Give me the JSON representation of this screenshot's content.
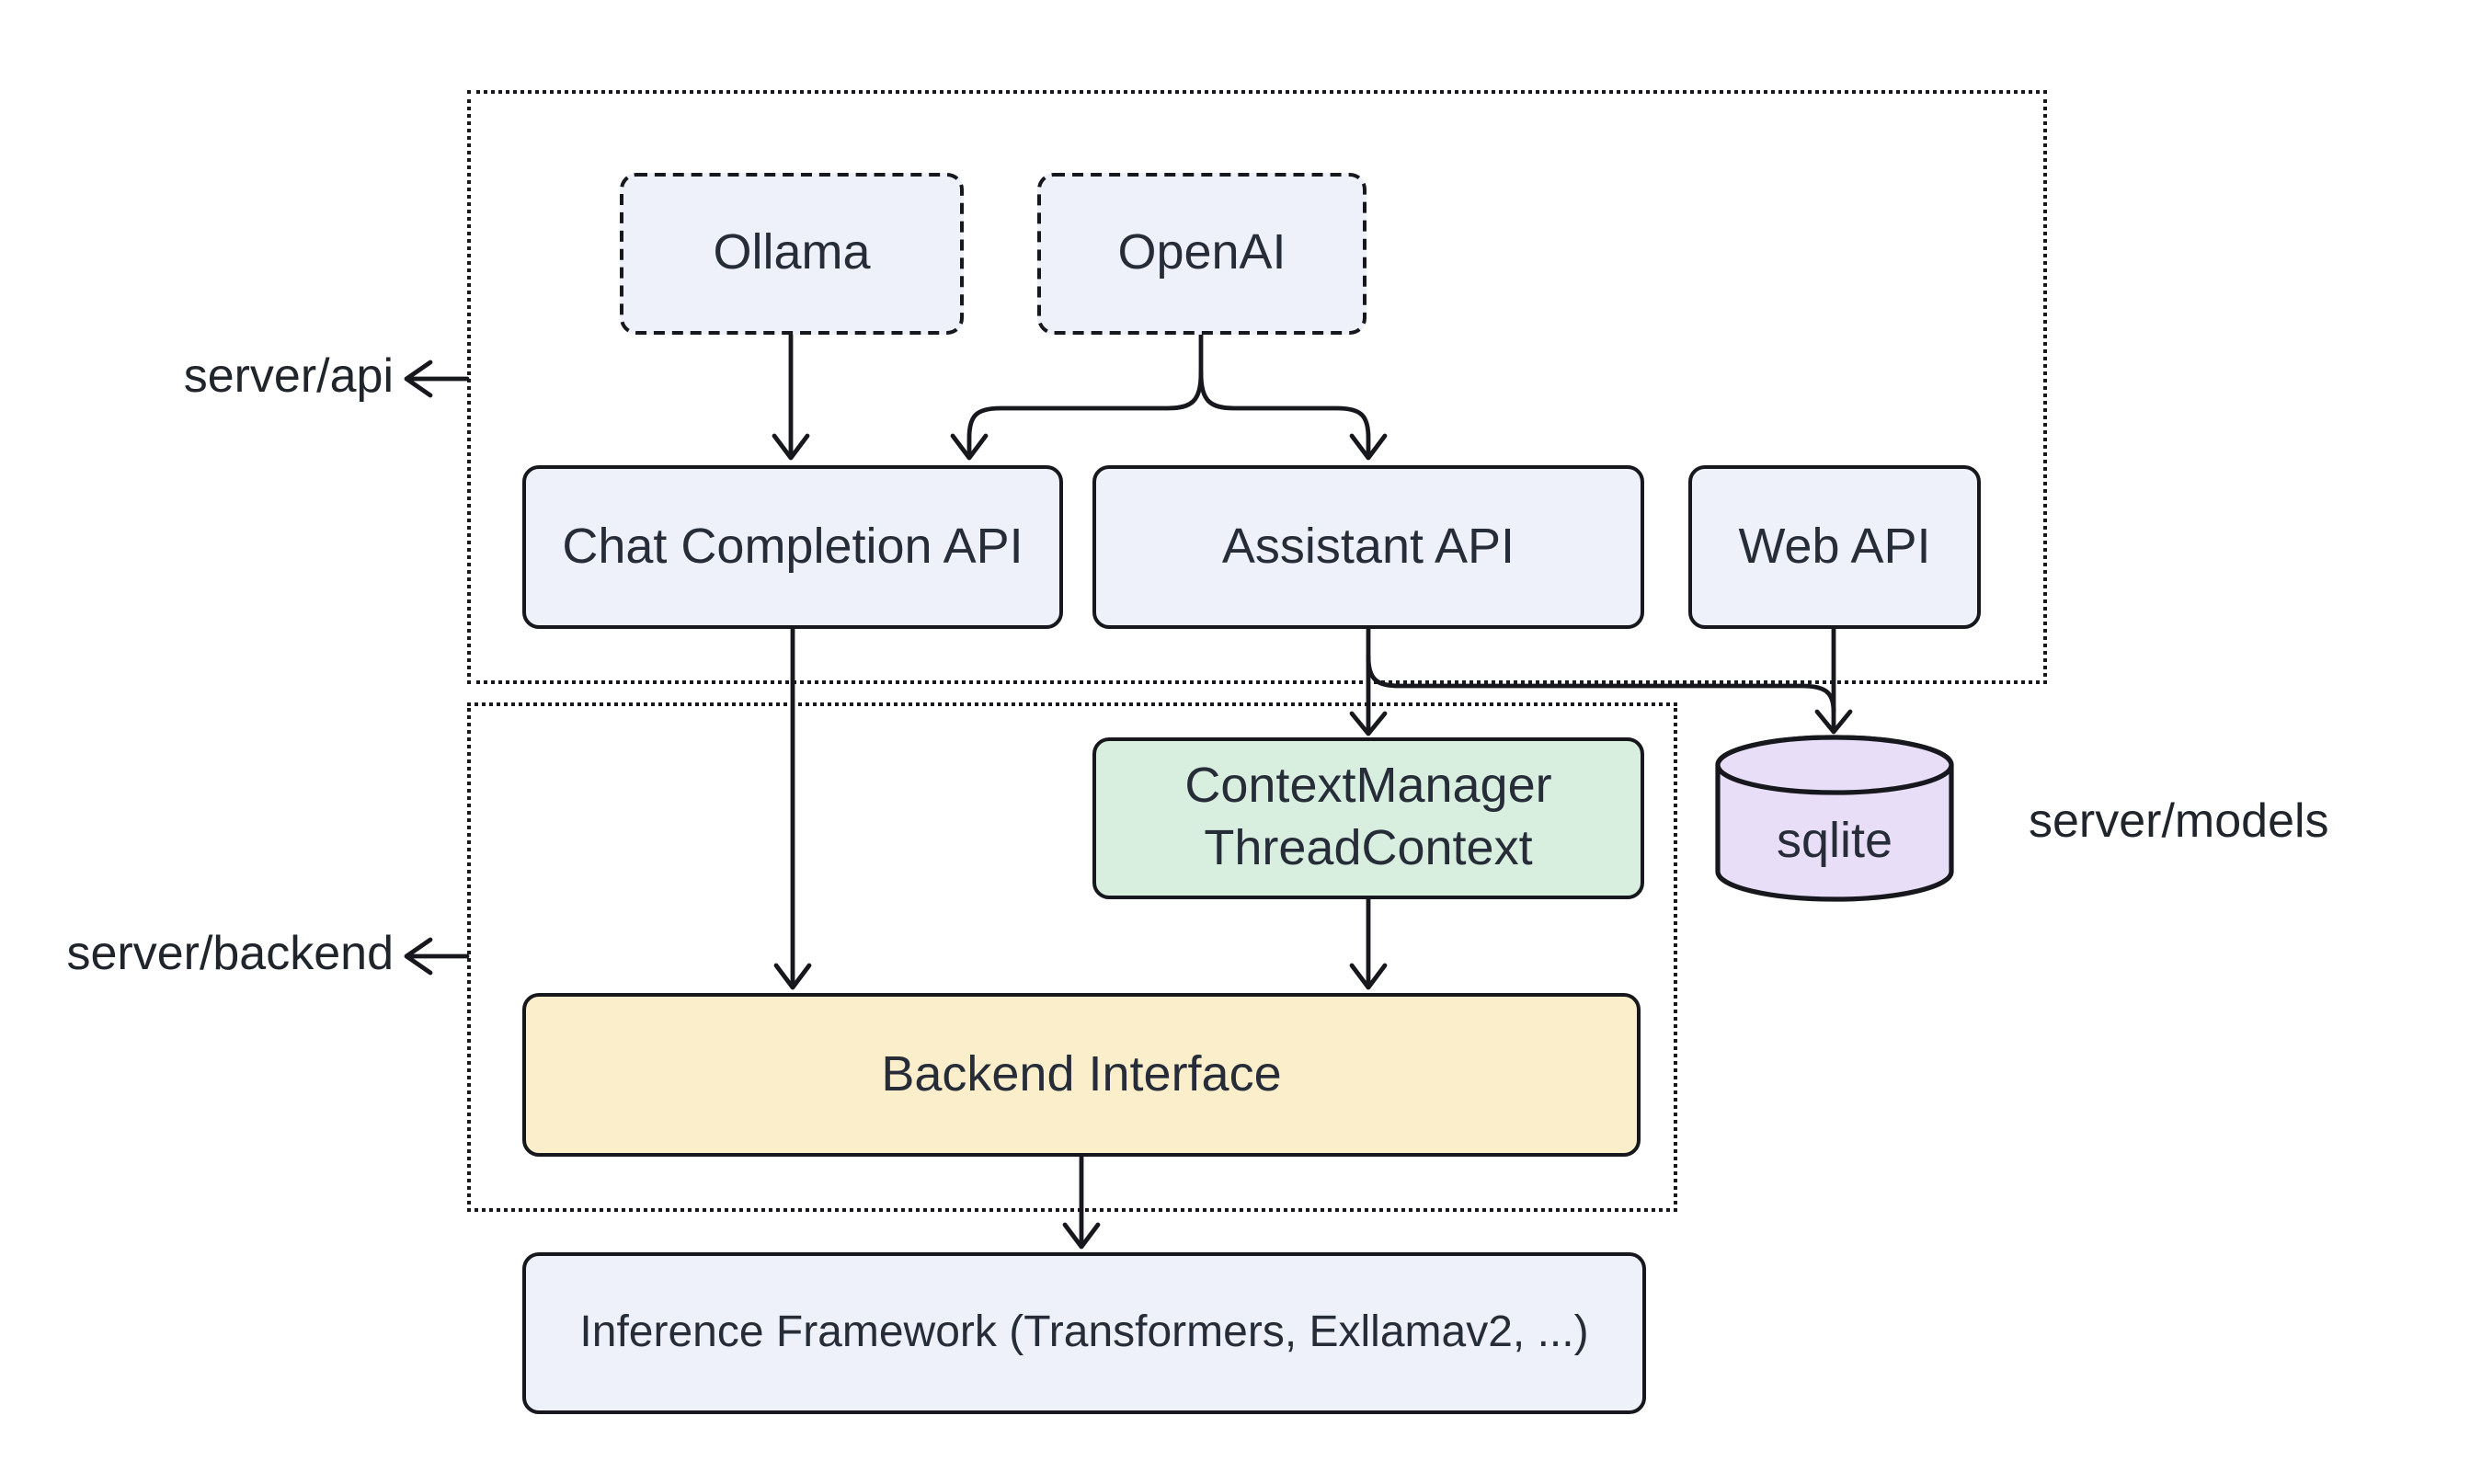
{
  "groups": {
    "server_api": {
      "label": "server/api"
    },
    "server_backend": {
      "label": "server/backend"
    },
    "server_models": {
      "label": "server/models"
    }
  },
  "nodes": {
    "ollama": {
      "label": "Ollama",
      "fill": "#eef1fa"
    },
    "openai": {
      "label": "OpenAI",
      "fill": "#eef1fa"
    },
    "chat_api": {
      "label": "Chat Completion API",
      "fill": "#eef1fa"
    },
    "assistant_api": {
      "label": "Assistant API",
      "fill": "#eef1fa"
    },
    "web_api": {
      "label": "Web API",
      "fill": "#eef1fa"
    },
    "context_manager": {
      "line1": "ContextManager",
      "line2": "ThreadContext",
      "fill": "#d8efdf"
    },
    "sqlite": {
      "label": "sqlite",
      "fill": "#e8def7"
    },
    "backend_interface": {
      "label": "Backend Interface",
      "fill": "#fbeecb"
    },
    "inference": {
      "label": "Inference Framework (Transformers, Exllamav2, ...)",
      "fill": "#eef1fa"
    }
  },
  "edges": [
    {
      "from": "Ollama",
      "to": "Chat Completion API"
    },
    {
      "from": "OpenAI",
      "to": "Chat Completion API"
    },
    {
      "from": "OpenAI",
      "to": "Assistant API"
    },
    {
      "from": "Chat Completion API",
      "to": "Backend Interface"
    },
    {
      "from": "Assistant API",
      "to": "ContextManager ThreadContext"
    },
    {
      "from": "Assistant API",
      "to": "sqlite"
    },
    {
      "from": "Web API",
      "to": "sqlite"
    },
    {
      "from": "ContextManager ThreadContext",
      "to": "Backend Interface"
    },
    {
      "from": "Backend Interface",
      "to": "Inference Framework (Transformers, Exllamav2, ...)"
    }
  ],
  "colors": {
    "line": "#16181d",
    "text": "#272d38",
    "node_blue": "#eef1fa",
    "node_green": "#d8efdf",
    "node_yellow": "#fbeecb",
    "node_purple": "#e8def7",
    "background": "#ffffff"
  }
}
